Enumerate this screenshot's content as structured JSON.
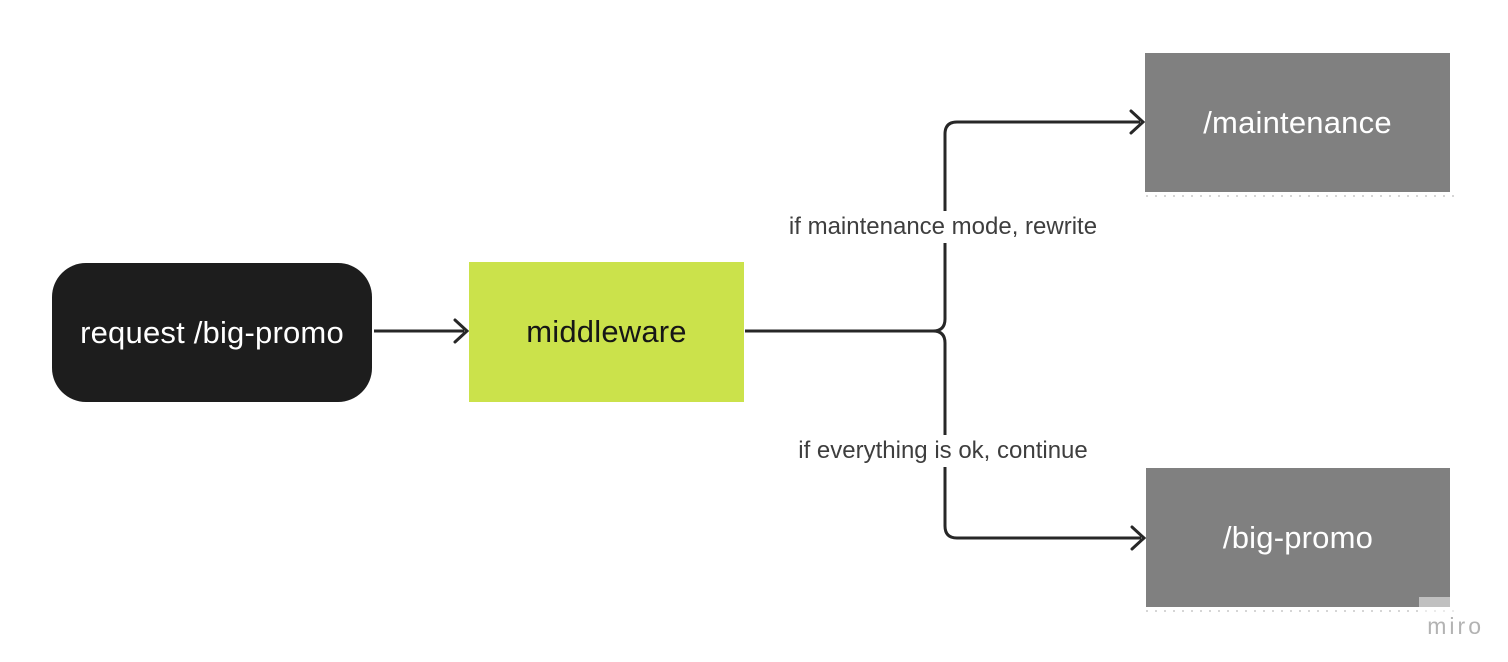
{
  "diagram": {
    "nodes": {
      "request": {
        "label": "request /big-promo",
        "bg": "#1d1d1d",
        "text_color": "#ffffff",
        "shape": "rounded-rectangle"
      },
      "middleware": {
        "label": "middleware",
        "bg": "#cbe24b",
        "text_color": "#161616",
        "shape": "rectangle"
      },
      "maintenance": {
        "label": "/maintenance",
        "bg": "#808080",
        "text_color": "#ffffff",
        "shape": "rectangle"
      },
      "bigpromo": {
        "label": "/big-promo",
        "bg": "#808080",
        "text_color": "#ffffff",
        "shape": "rectangle"
      }
    },
    "edges": {
      "maintenance_label": "if maintenance mode, rewrite",
      "continue_label": "if everything is ok, continue",
      "stroke_color": "#272727",
      "label_color": "#3e3e3e"
    }
  },
  "watermark": {
    "label": "miro",
    "color": "#b3b3b3"
  }
}
